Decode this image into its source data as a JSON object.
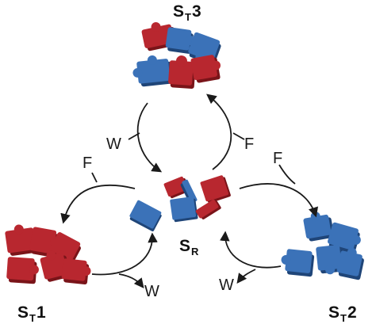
{
  "states": {
    "st3": {
      "main": "S",
      "sub": "T",
      "num": "3"
    },
    "st1": {
      "main": "S",
      "sub": "T",
      "num": "1"
    },
    "st2": {
      "main": "S",
      "sub": "T",
      "num": "2"
    },
    "sr": {
      "main": "S",
      "sub": "R"
    }
  },
  "transitions": {
    "top_w": "W",
    "top_f": "F",
    "left_f": "F",
    "left_w": "W",
    "right_f": "F",
    "right_w": "W"
  },
  "colors": {
    "red": "#b8272f",
    "red_dark": "#7a1419",
    "blue": "#3b72b8",
    "blue_dark": "#1f4578",
    "arrow": "#1a1a1a"
  }
}
